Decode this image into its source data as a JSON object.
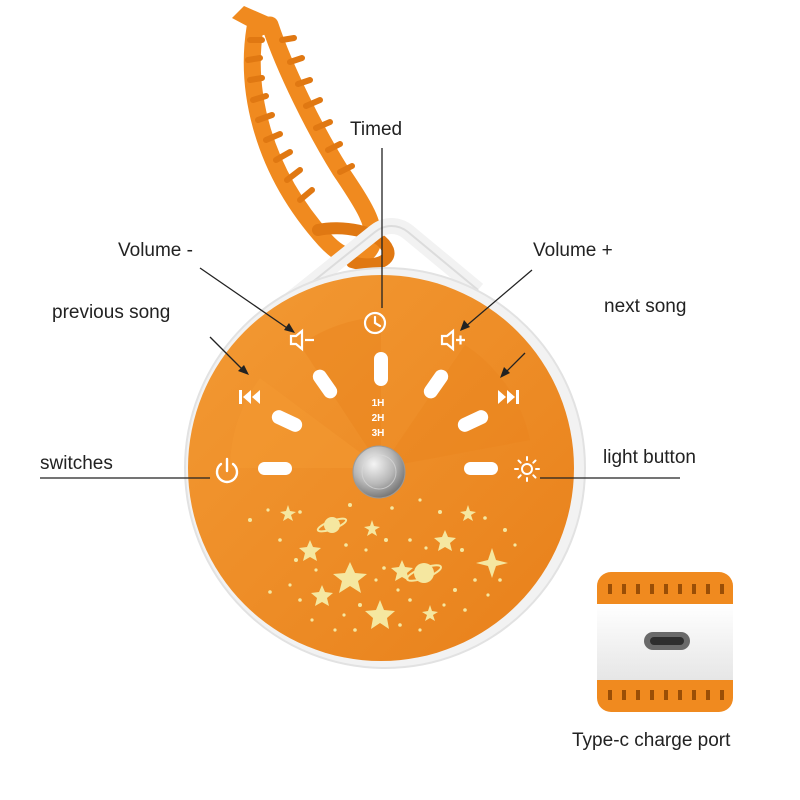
{
  "labels": {
    "timed": "Timed",
    "volume_down": "Volume -",
    "volume_up": "Volume +",
    "previous_song": "previous song",
    "next_song": "next song",
    "switches": "switches",
    "light_button": "light button",
    "charge_port": "Type-c charge port"
  },
  "timer_options": [
    "1H",
    "2H",
    "3H"
  ],
  "icons": {
    "timed": "clock-icon",
    "volume_down": "volume-down-icon",
    "volume_up": "volume-up-icon",
    "previous_song": "rewind-icon",
    "next_song": "fast-forward-icon",
    "switches": "power-icon",
    "light_button": "sun-icon",
    "charge_port": "usb-c-port-icon"
  },
  "colors": {
    "device_orange": "#f08a1f",
    "device_orange_dark": "#e07812",
    "shell_white": "#f2f2f2",
    "glow_cream": "#f5e7a0",
    "icon_white": "#ffffff",
    "line": "#222222"
  }
}
